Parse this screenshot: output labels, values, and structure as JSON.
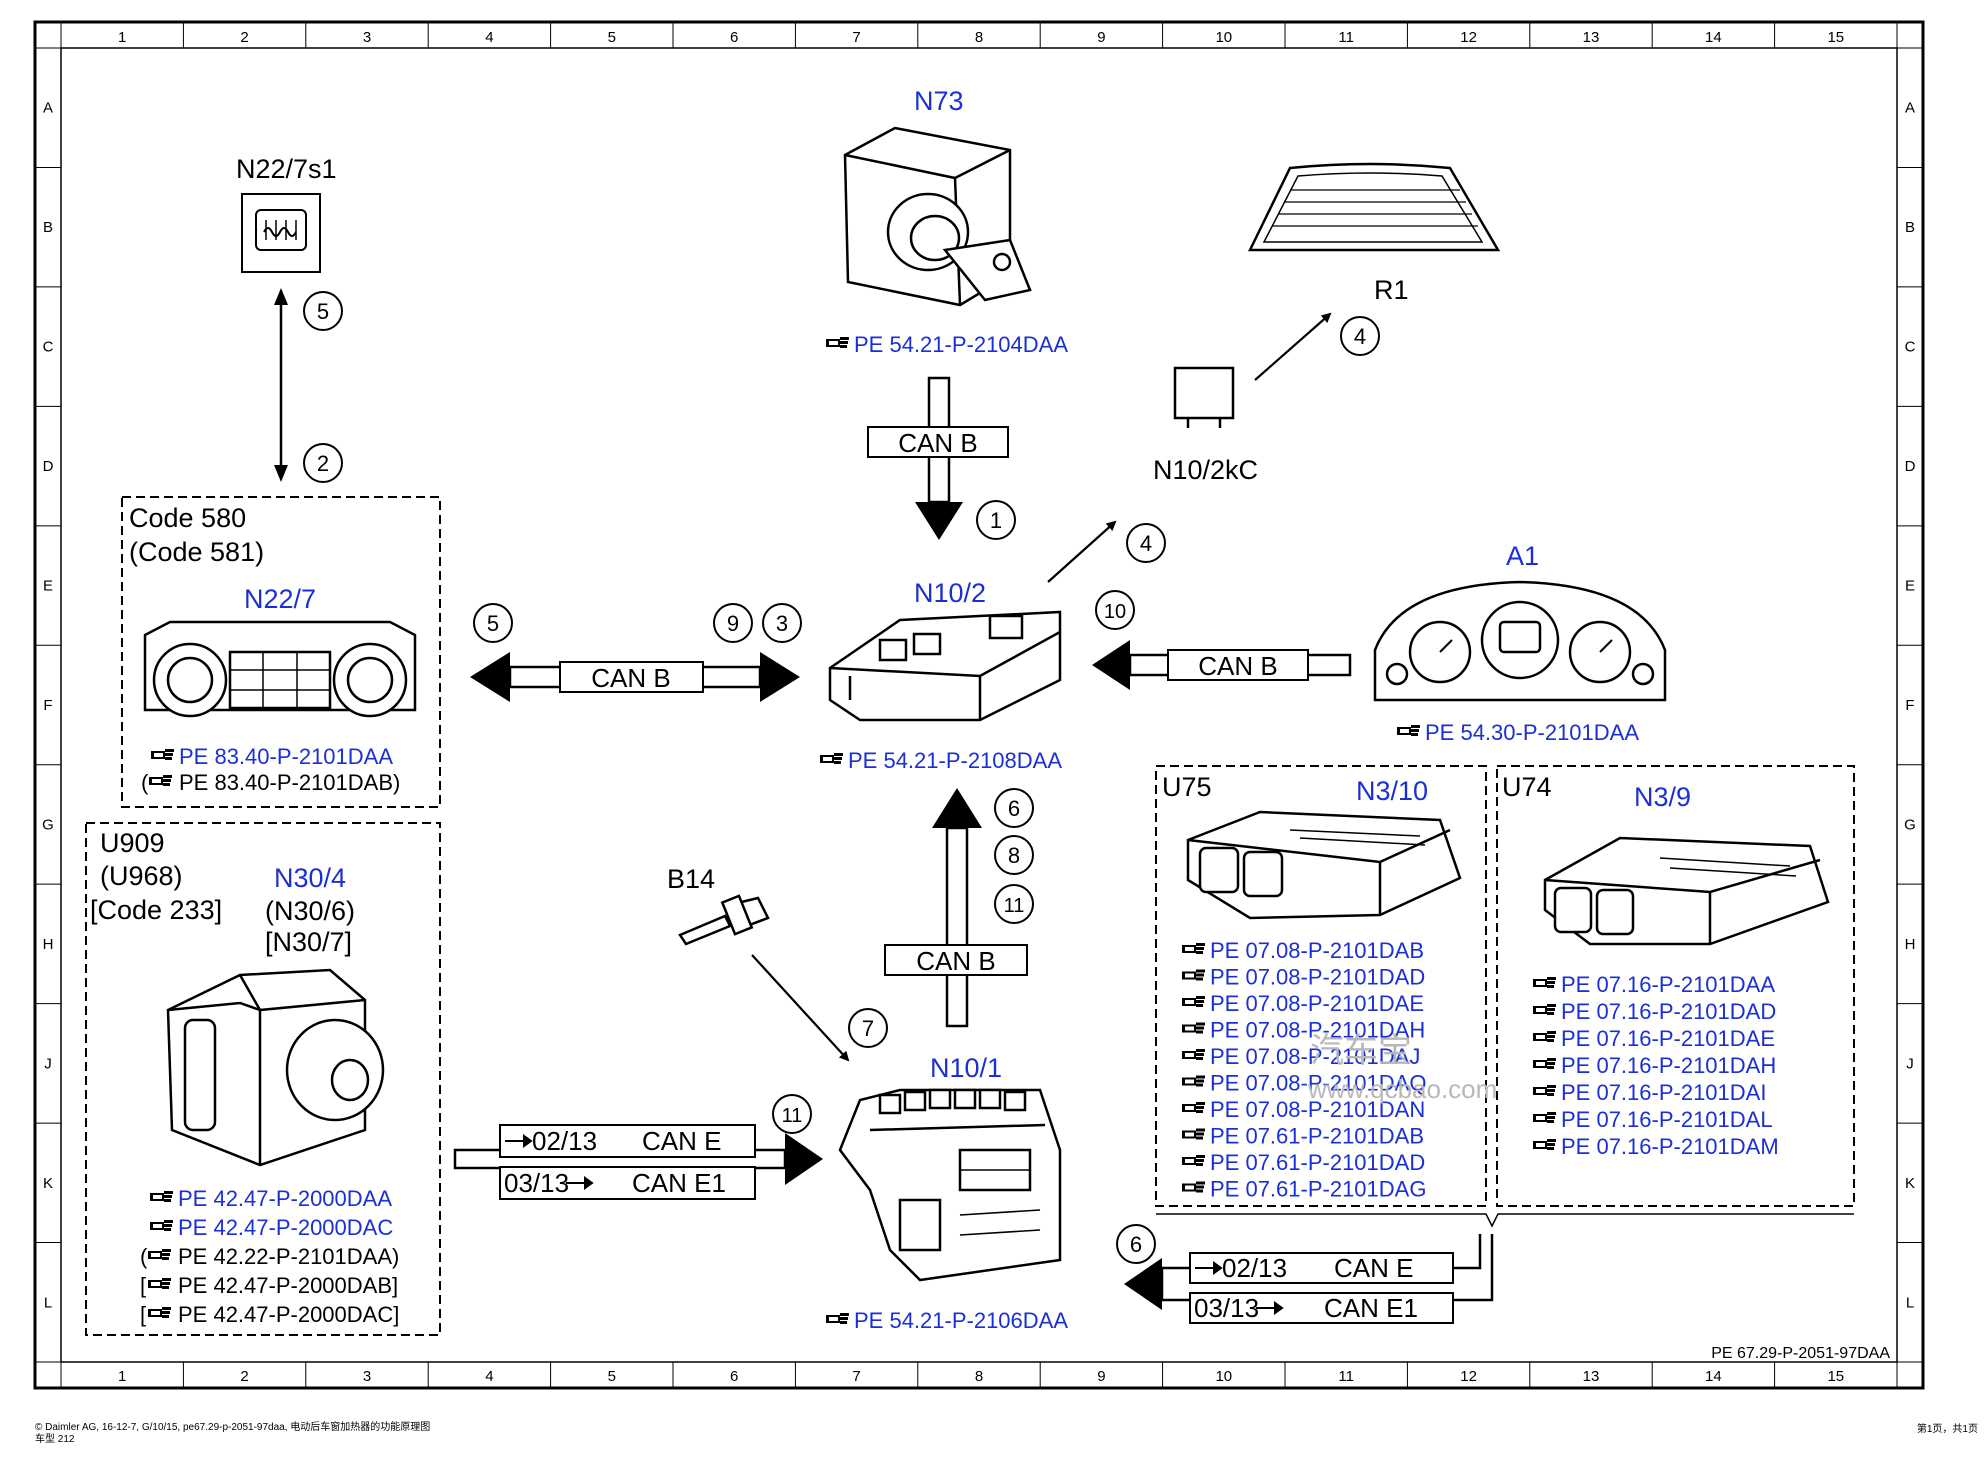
{
  "grid": {
    "cols": [
      "1",
      "2",
      "3",
      "4",
      "5",
      "6",
      "7",
      "8",
      "9",
      "10",
      "11",
      "12",
      "13",
      "14",
      "15"
    ],
    "rows": [
      "A",
      "B",
      "C",
      "D",
      "E",
      "F",
      "G",
      "H",
      "J",
      "K",
      "L"
    ]
  },
  "doc_id": "PE 67.29-P-2051-97DAA",
  "footer": {
    "left_line1": "© Daimler AG,  16-12-7,  G/10/15, pe67.29-p-2051-97daa, 电动后车窗加热器的功能原理图",
    "left_line2": "车型 212",
    "right": "第1页，共1页"
  },
  "watermark": {
    "cn": "汽车宝",
    "url": "www.qcbao.com"
  },
  "labels": {
    "n73": "N73",
    "n22_7s1": "N22/7s1",
    "r1": "R1",
    "n10_2kc": "N10/2kC",
    "a1": "A1",
    "n10_2": "N10/2",
    "code580": "Code 580",
    "code581": "(Code 581)",
    "n22_7": "N22/7",
    "u909": "U909",
    "u968": "(U968)",
    "code233": "[Code 233]",
    "n30_4": "N30/4",
    "n30_6": "(N30/6)",
    "n30_7": "[N30/7]",
    "b14": "B14",
    "n10_1": "N10/1",
    "u75": "U75",
    "n3_10": "N3/10",
    "u74": "U74",
    "n3_9": "N3/9"
  },
  "can": {
    "b": "CAN B",
    "e": "CAN E",
    "e1": "CAN E1",
    "r0213": "02/13",
    "r0313": "03/13"
  },
  "steps": [
    "1",
    "2",
    "3",
    "4",
    "5",
    "6",
    "7",
    "8",
    "9",
    "10",
    "11"
  ],
  "refs": {
    "n73": "PE 54.21-P-2104DAA",
    "n10_2": "PE 54.21-P-2108DAA",
    "a1": "PE 54.30-P-2101DAA",
    "n10_1": "PE 54.21-P-2106DAA",
    "n22_7": [
      "PE 83.40-P-2101DAA",
      "(PE 83.40-P-2101DAB)"
    ],
    "n30_4": [
      "PE 42.47-P-2000DAA",
      "PE 42.47-P-2000DAC",
      "(PE 42.22-P-2101DAA)",
      "[PE 42.47-P-2000DAB]",
      "[PE 42.47-P-2000DAC]"
    ],
    "u75": [
      "PE 07.08-P-2101DAB",
      "PE 07.08-P-2101DAD",
      "PE 07.08-P-2101DAE",
      "PE 07.08-P-2101DAH",
      "PE 07.08-P-2101DAJ",
      "PE 07.08-P-2101DAQ",
      "PE 07.08-P-2101DAN",
      "PE 07.61-P-2101DAB",
      "PE 07.61-P-2101DAD",
      "PE 07.61-P-2101DAG"
    ],
    "u74": [
      "PE 07.16-P-2101DAA",
      "PE 07.16-P-2101DAD",
      "PE 07.16-P-2101DAE",
      "PE 07.16-P-2101DAH",
      "PE 07.16-P-2101DAI",
      "PE 07.16-P-2101DAL",
      "PE 07.16-P-2101DAM"
    ]
  },
  "colors": {
    "blue": "#1a2fd6",
    "black": "#000000"
  }
}
